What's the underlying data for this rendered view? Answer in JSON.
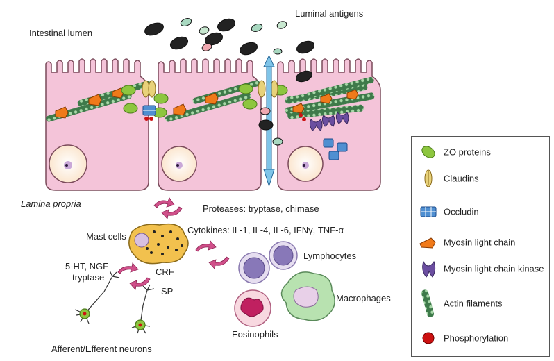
{
  "labels": {
    "luminal_antigens": "Luminal antigens",
    "intestinal_lumen": "Intestinal lumen",
    "lamina_propria": "Lamina propria",
    "proteases": "Proteases: tryptase, chimase",
    "cytokines": "Cytokines: IL-1, IL-4, IL-6, IFNγ, TNF-α",
    "mast_cells": "Mast cells",
    "lymphocytes": "Lymphocytes",
    "macrophages": "Macrophages",
    "eosinophils": "Eosinophils",
    "mediators_line1": "5-HT, NGF",
    "mediators_line2": "tryptase",
    "crf": "CRF",
    "sp": "SP",
    "neurons": "Afferent/Efferent neurons"
  },
  "legend": {
    "items": [
      {
        "label": "ZO proteins",
        "icon": "zo-protein-icon",
        "color": "#8dc63f"
      },
      {
        "label": "Claudins",
        "icon": "claudin-icon",
        "color": "#e8d27a"
      },
      {
        "label": "Occludin",
        "icon": "occludin-icon",
        "color": "#4f8fd1"
      },
      {
        "label": "Myosin light chain",
        "icon": "myosin-light-chain-icon",
        "color": "#f07a1a"
      },
      {
        "label": "Myosin light chain kinase",
        "icon": "myosin-kinase-icon",
        "color": "#6b4ea0"
      },
      {
        "label": "Actin filaments",
        "icon": "actin-filament-icon",
        "color": "#3e7a4a"
      },
      {
        "label": "Phosphorylation",
        "icon": "phosphorylation-icon",
        "color": "#cc1111"
      }
    ]
  },
  "colors": {
    "cell": "#f4c4d9",
    "cell_stroke": "#7a4a5a",
    "arrow": "#d0508a",
    "mast_cell": "#f2c14e",
    "lymphocyte": "#8878b8",
    "macrophage": "#b8e2b0",
    "eosinophil": "#f0a8c0",
    "channel": "#7fc4e8"
  }
}
